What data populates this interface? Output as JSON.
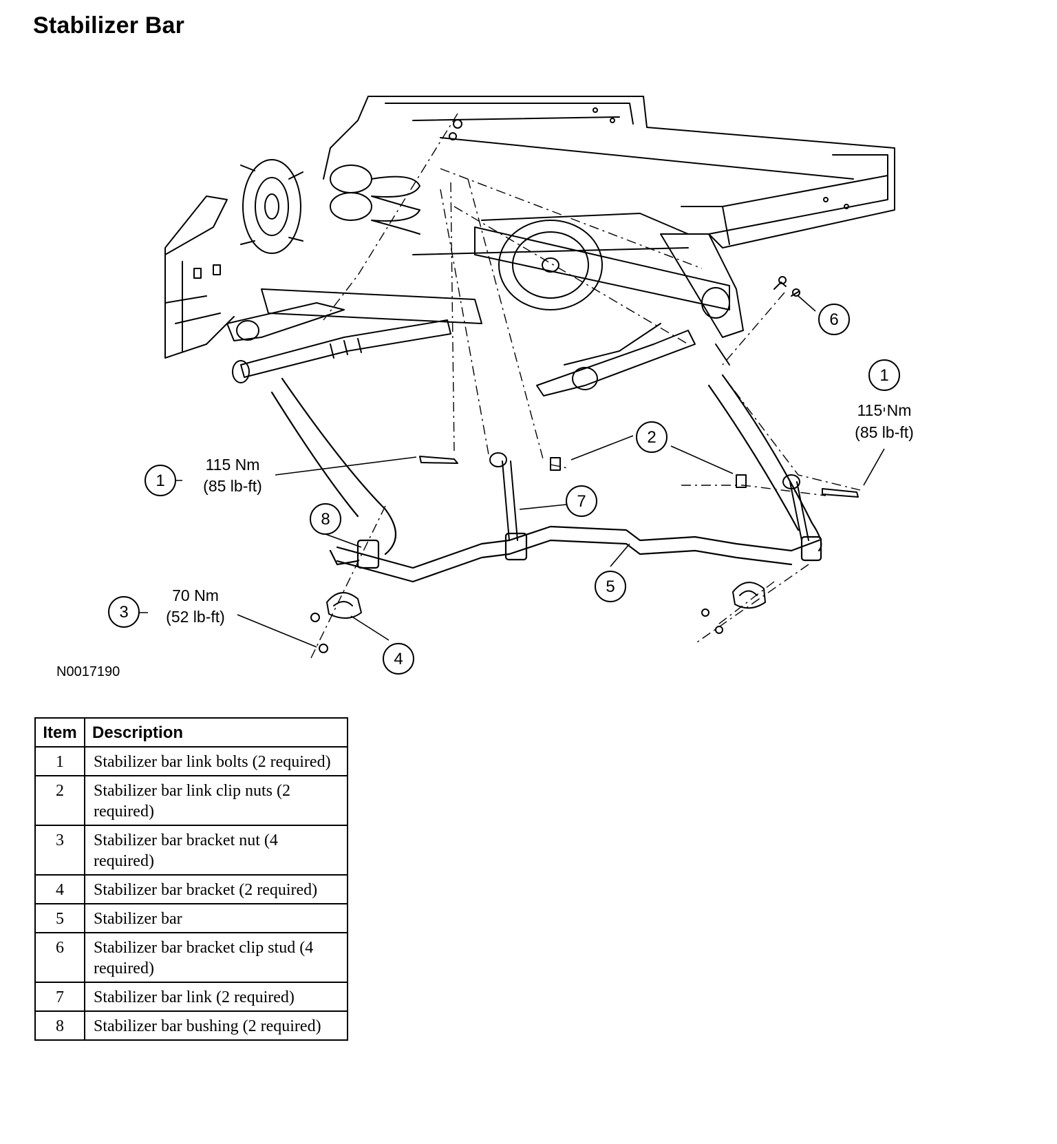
{
  "page": {
    "title": "Stabilizer Bar"
  },
  "figure": {
    "id": "N0017190",
    "callouts": [
      {
        "num": "1",
        "torque_nm": "115 Nm",
        "torque_lbft": "(85 lb-ft)"
      },
      {
        "num": "1",
        "torque_nm": "115 Nm",
        "torque_lbft": "(85 lb-ft)"
      },
      {
        "num": "2"
      },
      {
        "num": "3",
        "torque_nm": "70 Nm",
        "torque_lbft": "(52 lb-ft)"
      },
      {
        "num": "4"
      },
      {
        "num": "5"
      },
      {
        "num": "6"
      },
      {
        "num": "7"
      },
      {
        "num": "8"
      }
    ]
  },
  "legend": {
    "headers": {
      "item": "Item",
      "description": "Description"
    },
    "rows": [
      {
        "item": "1",
        "description": "Stabilizer bar link bolts (2 required)"
      },
      {
        "item": "2",
        "description": "Stabilizer bar link clip nuts (2 required)"
      },
      {
        "item": "3",
        "description": "Stabilizer bar bracket nut (4 required)"
      },
      {
        "item": "4",
        "description": "Stabilizer bar bracket (2 required)"
      },
      {
        "item": "5",
        "description": "Stabilizer bar"
      },
      {
        "item": "6",
        "description": "Stabilizer bar bracket clip stud (4 required)"
      },
      {
        "item": "7",
        "description": "Stabilizer bar link (2 required)"
      },
      {
        "item": "8",
        "description": "Stabilizer bar bushing (2 required)"
      }
    ]
  }
}
